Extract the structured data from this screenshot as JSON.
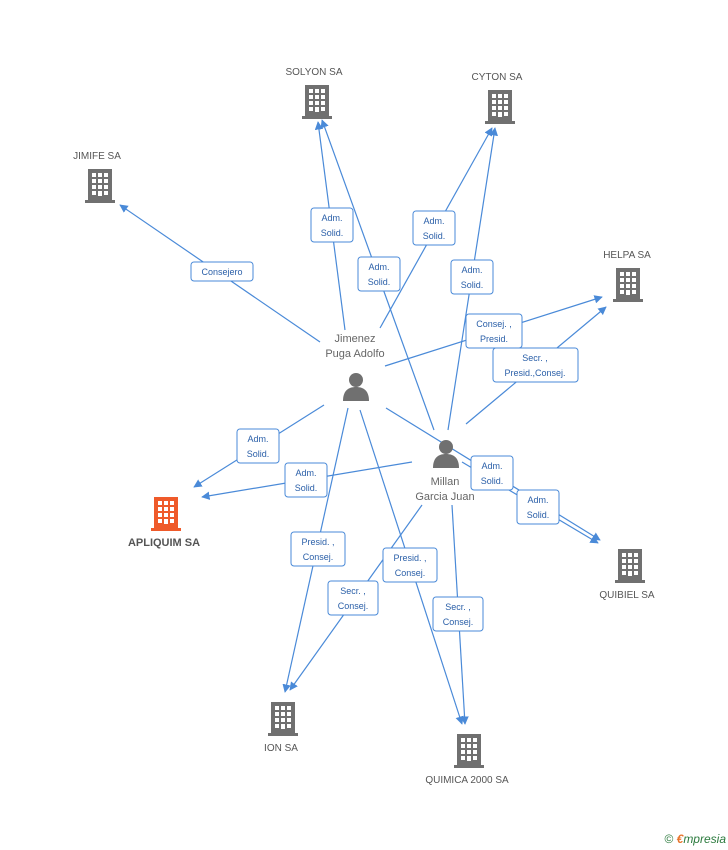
{
  "companies": [
    {
      "id": "solyon",
      "label": "SOLYON SA",
      "main": false
    },
    {
      "id": "cyton",
      "label": "CYTON SA",
      "main": false
    },
    {
      "id": "jimife",
      "label": "JIMIFE SA",
      "main": false
    },
    {
      "id": "helpa",
      "label": "HELPA SA",
      "main": false
    },
    {
      "id": "apliquim",
      "label": "APLIQUIM SA",
      "main": true
    },
    {
      "id": "quibiel",
      "label": "QUIBIEL SA",
      "main": false
    },
    {
      "id": "ion",
      "label": "ION SA",
      "main": false
    },
    {
      "id": "quimica",
      "label": "QUIMICA 2000 SA",
      "main": false
    }
  ],
  "persons": [
    {
      "id": "jimenez",
      "label_lines": [
        "Jimenez",
        "Puga Adolfo"
      ]
    },
    {
      "id": "millan",
      "label_lines": [
        "Millan",
        "Garcia Juan"
      ]
    }
  ],
  "relations": [
    {
      "id": "r1",
      "lines": [
        "Adm.",
        "Solid."
      ]
    },
    {
      "id": "r2",
      "lines": [
        "Adm.",
        "Solid."
      ]
    },
    {
      "id": "r3",
      "lines": [
        "Adm.",
        "Solid."
      ]
    },
    {
      "id": "r4",
      "lines": [
        "Adm.",
        "Solid."
      ]
    },
    {
      "id": "r5",
      "lines": [
        "Consejero"
      ]
    },
    {
      "id": "r6",
      "lines": [
        "Consej. ,",
        "Presid."
      ]
    },
    {
      "id": "r7",
      "lines": [
        "Secr. ,",
        "Presid.,Consej."
      ]
    },
    {
      "id": "r8",
      "lines": [
        "Adm.",
        "Solid."
      ]
    },
    {
      "id": "r9",
      "lines": [
        "Adm.",
        "Solid."
      ]
    },
    {
      "id": "r10",
      "lines": [
        "Adm.",
        "Solid."
      ]
    },
    {
      "id": "r11",
      "lines": [
        "Adm.",
        "Solid."
      ]
    },
    {
      "id": "r12",
      "lines": [
        "Presid. ,",
        "Consej."
      ]
    },
    {
      "id": "r13",
      "lines": [
        "Presid. ,",
        "Consej."
      ]
    },
    {
      "id": "r14",
      "lines": [
        "Secr. ,",
        "Consej."
      ]
    },
    {
      "id": "r15",
      "lines": [
        "Secr. ,",
        "Consej."
      ]
    }
  ],
  "colors": {
    "company": "#707070",
    "main_company": "#ef5a2a",
    "person": "#707070",
    "edge": "#4a8ad8",
    "label_text": "#2a5fa8"
  },
  "brand": {
    "copyright": "©",
    "initial": "€",
    "name": "mpresia"
  }
}
